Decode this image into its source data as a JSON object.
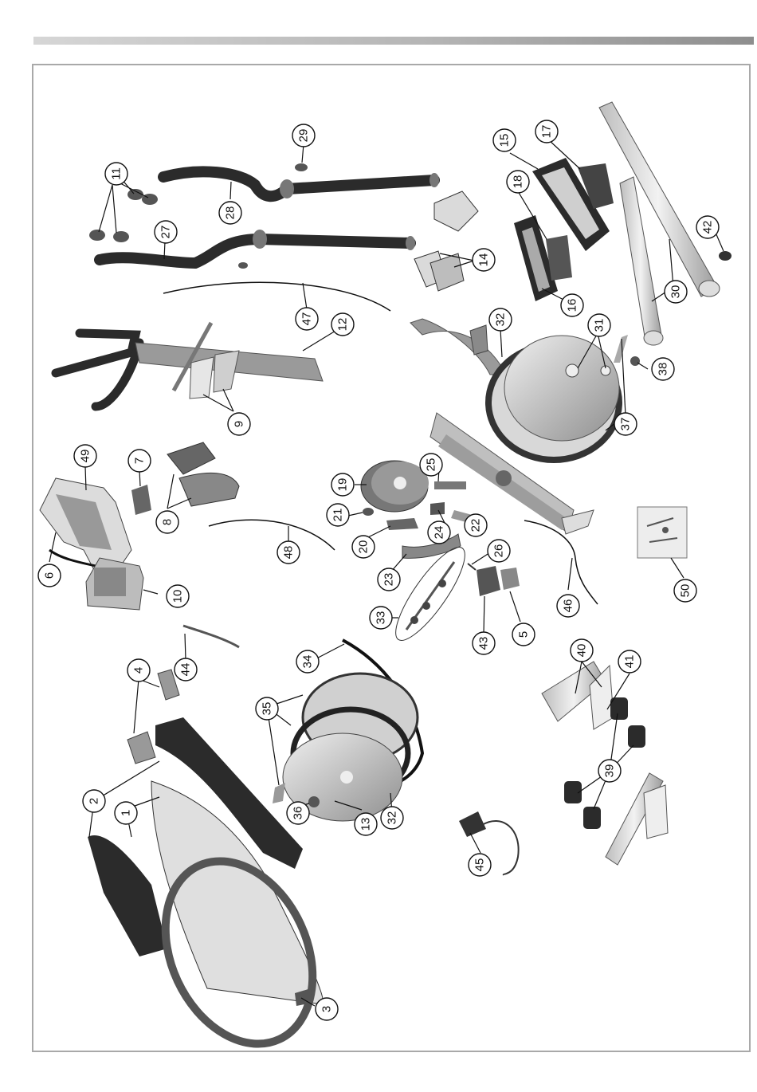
{
  "diagram": {
    "colors": {
      "frame": "#a9a9a9",
      "dark": "#2b2b2b",
      "mid": "#9a9a9a",
      "light": "#e8e8e8",
      "line": "#111111"
    },
    "labels": [
      "1",
      "2",
      "3",
      "4",
      "5",
      "6",
      "7",
      "8",
      "9",
      "10",
      "11",
      "12",
      "13",
      "14",
      "15",
      "16",
      "17",
      "18",
      "19",
      "20",
      "21",
      "22",
      "23",
      "24",
      "25",
      "26",
      "27",
      "28",
      "29",
      "30",
      "31",
      "32",
      "33",
      "34",
      "35",
      "36",
      "37",
      "38",
      "39",
      "40",
      "41",
      "42",
      "43",
      "44",
      "45",
      "46",
      "47",
      "48",
      "49",
      "50"
    ]
  }
}
